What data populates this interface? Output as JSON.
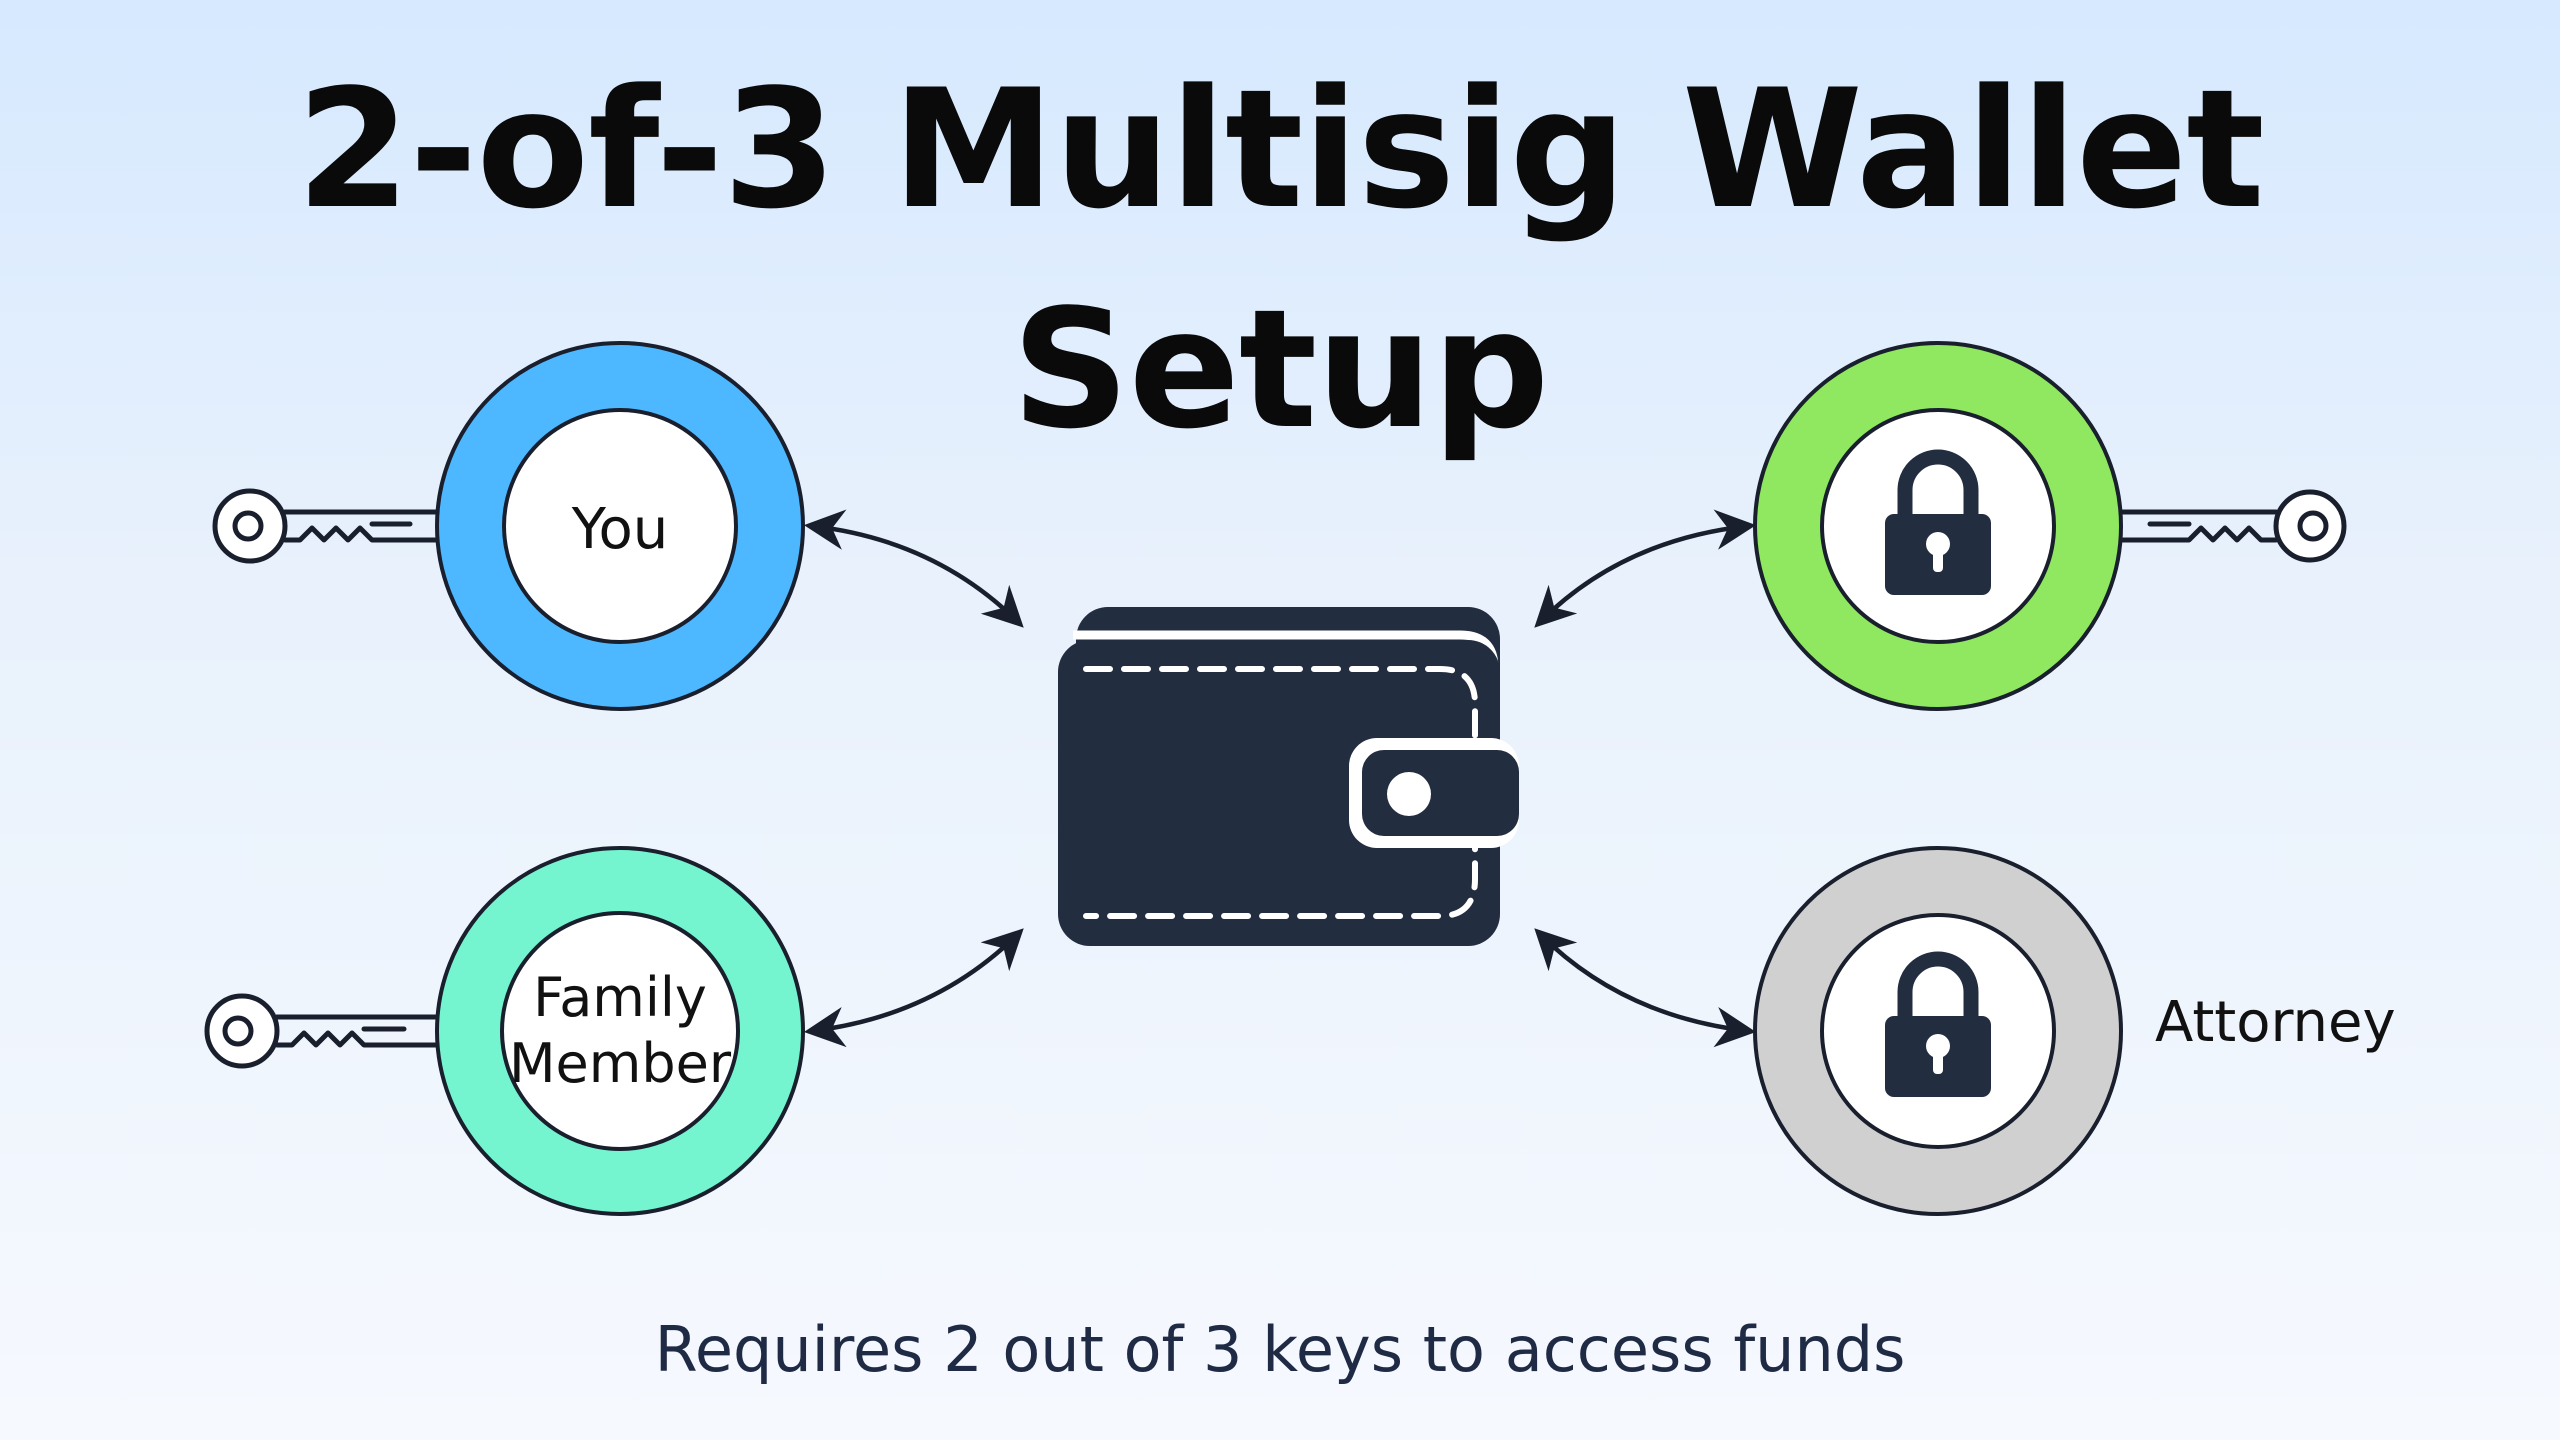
{
  "title": "2-of-3 Multisig Wallet Setup",
  "caption": "Requires 2 out of 3 keys to access funds",
  "nodes": {
    "you": {
      "label": "You",
      "ring_color": "#4db8ff",
      "icon": "key-icon"
    },
    "family": {
      "label_line1": "Family",
      "label_line2": "Member",
      "ring_color": "#74f5cf",
      "icon": "key-icon"
    },
    "locked_top": {
      "ring_color": "#8fe85f",
      "icon": "lock-icon",
      "key_icon": "key-icon"
    },
    "attorney": {
      "label": "Attorney",
      "ring_color": "#d0d0d0",
      "icon": "lock-icon"
    }
  },
  "center": {
    "icon": "wallet-icon",
    "color": "#232d40"
  },
  "colors": {
    "ink": "#1a1f2e",
    "dark_navy": "#232d40"
  }
}
